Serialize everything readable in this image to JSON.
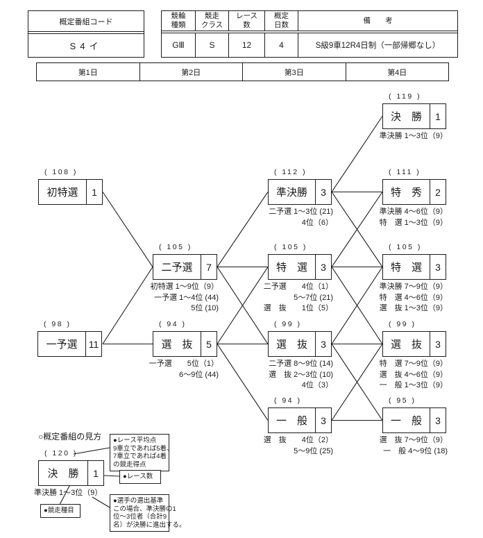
{
  "code_table": {
    "header": "概定番組コード",
    "value": "S4イ"
  },
  "info_table": {
    "headers": [
      [
        "競輪",
        "種類"
      ],
      [
        "競走",
        "クラス"
      ],
      [
        "レース",
        "数"
      ],
      [
        "概定",
        "日数"
      ],
      [
        "備　　考"
      ]
    ],
    "values": [
      "GⅢ",
      "S",
      "12",
      "4",
      "S級9車12R4日制（一部帰郷なし）"
    ]
  },
  "days": [
    "第1日",
    "第2日",
    "第3日",
    "第4日"
  ],
  "bracket": {
    "boxes": [
      {
        "code": "( 108 )",
        "label": "初特選",
        "races": "1",
        "notes": []
      },
      {
        "code": "( 98 )",
        "label": "一予選",
        "races": "11",
        "notes": []
      },
      {
        "code": "( 105 )",
        "label": "二予選",
        "races": "7",
        "notes": [
          "初特選 1～9位（9）",
          "一予選 1～4位 (44)",
          "5位 (10)"
        ]
      },
      {
        "code": "( 94 )",
        "label": "選　抜",
        "races": "5",
        "notes": [
          "一予選　　5位（1）",
          "6～9位 (44)"
        ]
      },
      {
        "code": "( 112 )",
        "label": "準決勝",
        "races": "3",
        "notes": [
          "二予選 1～3位 (21)",
          "4位（6）"
        ]
      },
      {
        "code": "( 105 )",
        "label": "特　選",
        "races": "3",
        "notes": [
          "二予選　　4位（1）",
          "5～7位 (21)",
          "選　抜　　1位（5）"
        ]
      },
      {
        "code": "( 99 )",
        "label": "選　抜",
        "races": "3",
        "notes": [
          "二予選 8～9位 (14)",
          "選　抜 2～3位 (10)",
          "4位（3）"
        ]
      },
      {
        "code": "( 94 )",
        "label": "一　般",
        "races": "3",
        "notes": [
          "選　抜　　4位（2）",
          "5～9位 (25)"
        ]
      },
      {
        "code": "( 119 )",
        "label": "決　勝",
        "races": "1",
        "notes": [
          "準決勝 1～3位（9）"
        ]
      },
      {
        "code": "( 111 )",
        "label": "特　秀",
        "races": "2",
        "notes": [
          "準決勝 4～6位（9）",
          "特　選 1～3位（9）"
        ]
      },
      {
        "code": "( 105 )",
        "label": "特　選",
        "races": "3",
        "notes": [
          "準決勝 7～9位（9）",
          "特　選 4～6位（9）",
          "選　抜 1～3位（9）"
        ]
      },
      {
        "code": "( 99 )",
        "label": "選　抜",
        "races": "3",
        "notes": [
          "特　選 7～9位（9）",
          "選　抜 4～6位（9）",
          "一　般 1～3位（9）"
        ]
      },
      {
        "code": "( 95 )",
        "label": "一　般",
        "races": "3",
        "notes": [
          "選　抜 7～9位（9）",
          "一　般 4～9位 (18)"
        ]
      }
    ]
  },
  "legend": {
    "title": "○概定番組の見方",
    "sample": {
      "code": "( 120 )",
      "label": "決　勝",
      "races": "1",
      "note": "準決勝 1～3位（9）"
    },
    "callouts": {
      "avg": [
        "●レース平均点",
        "9車立であれば5着、",
        "7車立であれば4着",
        "の競走得点"
      ],
      "race_count": "●レース数",
      "event": "●競走種目",
      "selection": [
        "●選手の選出基準",
        "この場合、準決勝の1",
        "位～3位者（合計9",
        "名）が決勝に進出する。"
      ]
    }
  }
}
